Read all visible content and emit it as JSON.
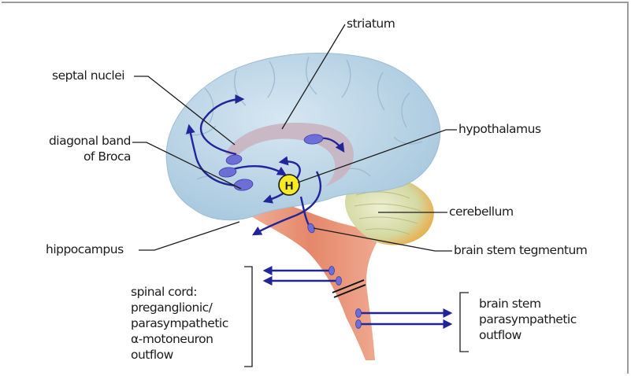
{
  "labels": {
    "striatum": "striatum",
    "septal_nuclei": "septal nuclei",
    "diagonal_band_line1": "diagonal band",
    "diagonal_band_line2": "of Broca",
    "hypothalamus": "hypothalamus",
    "cerebellum": "cerebellum",
    "hippocampus": "hippocampus",
    "brain_stem_tegmentum": "brain stem tegmentum",
    "hypothalamus_marker": "H",
    "spinal_cord_lines": [
      "spinal cord:",
      "preganglionic/",
      "parasympathetic",
      "α-motoneuron",
      "outflow"
    ],
    "brain_stem_outflow_lines": [
      "brain stem",
      "parasympathetic",
      "outflow"
    ]
  },
  "colors": {
    "arrow": "#22259a",
    "nucleus": "#6d6fd6",
    "hypothalamus_marker": "#f7ea21",
    "brain": "#b6d3e6",
    "limbic_arc": "#c9b2bd",
    "brain_stem": "#e89a7d",
    "cerebellum": "#d8dca8",
    "cerebellum_accent": "#e3b04c",
    "frame": "#9c9c9c"
  }
}
